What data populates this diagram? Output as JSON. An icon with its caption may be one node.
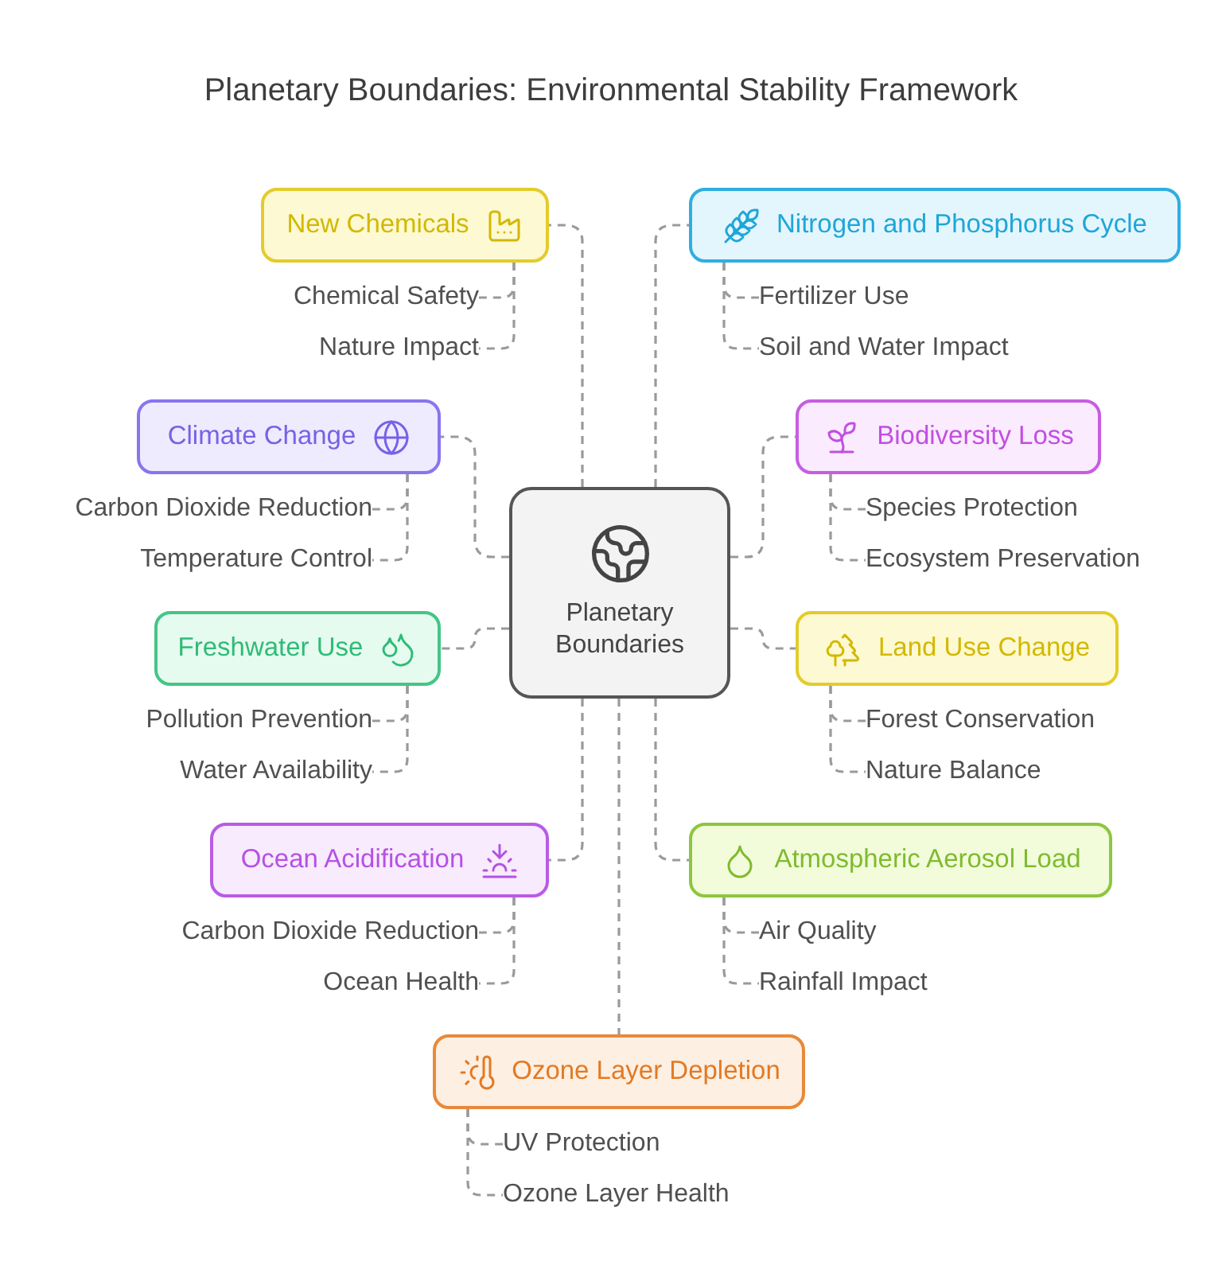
{
  "diagram": {
    "title": "Planetary Boundaries: Environmental Stability Framework",
    "nodes": [
      {
        "text": [
          "Planetary Boundaries"
        ]
      },
      {
        "text": [
          "New Chemicals"
        ]
      },
      {
        "text": [
          "Chemical Safety"
        ]
      },
      {
        "text": [
          "Nature Impact"
        ]
      },
      {
        "text": [
          "Nitrogen and Phosphorus Cycle"
        ]
      },
      {
        "text": [
          "Fertilizer Use"
        ]
      },
      {
        "text": [
          "Soil and Water Impact"
        ]
      },
      {
        "text": [
          "Climate Change"
        ]
      },
      {
        "text": [
          "Carbon Dioxide Reduction"
        ]
      },
      {
        "text": [
          "Temperature Control"
        ]
      },
      {
        "text": [
          "Biodiversity Loss"
        ]
      },
      {
        "text": [
          "Species Protection"
        ]
      },
      {
        "text": [
          "Ecosystem Preservation"
        ]
      },
      {
        "text": [
          "Freshwater Use"
        ]
      },
      {
        "text": [
          "Pollution Prevention"
        ]
      },
      {
        "text": [
          "Water Availability"
        ]
      },
      {
        "text": [
          "Land Use Change"
        ]
      },
      {
        "text": [
          "Forest Conservation"
        ]
      },
      {
        "text": [
          "Nature Balance"
        ]
      },
      {
        "text": [
          "Ocean Acidification"
        ]
      },
      {
        "text": [
          "Carbon Dioxide Reduction"
        ]
      },
      {
        "text": [
          "Ocean Health"
        ]
      },
      {
        "text": [
          "Atmospheric Aerosol Load"
        ]
      },
      {
        "text": [
          "Air Quality"
        ]
      },
      {
        "text": [
          "Rainfall Impact"
        ]
      },
      {
        "text": [
          "Ozone Layer Depletion"
        ]
      },
      {
        "text": [
          "UV Protection"
        ]
      },
      {
        "text": [
          "Ozone Layer Health"
        ]
      }
    ],
    "edges": [
      {
        "from": 0,
        "to": 1,
        "arrow": "none",
        "style": "dashed"
      },
      {
        "from": 1,
        "to": 2,
        "arrow": "none",
        "style": "dashed"
      },
      {
        "from": 1,
        "to": 3,
        "arrow": "none",
        "style": "dashed"
      },
      {
        "from": 0,
        "to": 4,
        "arrow": "none",
        "style": "dashed"
      },
      {
        "from": 4,
        "to": 5,
        "arrow": "none",
        "style": "dashed"
      },
      {
        "from": 4,
        "to": 6,
        "arrow": "none",
        "style": "dashed"
      },
      {
        "from": 0,
        "to": 7,
        "arrow": "none",
        "style": "dashed"
      },
      {
        "from": 7,
        "to": 8,
        "arrow": "none",
        "style": "dashed"
      },
      {
        "from": 7,
        "to": 9,
        "arrow": "none",
        "style": "dashed"
      },
      {
        "from": 0,
        "to": 10,
        "arrow": "none",
        "style": "dashed"
      },
      {
        "from": 10,
        "to": 11,
        "arrow": "none",
        "style": "dashed"
      },
      {
        "from": 10,
        "to": 12,
        "arrow": "none",
        "style": "dashed"
      },
      {
        "from": 0,
        "to": 13,
        "arrow": "none",
        "style": "dashed"
      },
      {
        "from": 13,
        "to": 14,
        "arrow": "none",
        "style": "dashed"
      },
      {
        "from": 13,
        "to": 15,
        "arrow": "none",
        "style": "dashed"
      },
      {
        "from": 0,
        "to": 16,
        "arrow": "none",
        "style": "dashed"
      },
      {
        "from": 16,
        "to": 17,
        "arrow": "none",
        "style": "dashed"
      },
      {
        "from": 16,
        "to": 18,
        "arrow": "none",
        "style": "dashed"
      },
      {
        "from": 0,
        "to": 19,
        "arrow": "none",
        "style": "dashed"
      },
      {
        "from": 19,
        "to": 20,
        "arrow": "none",
        "style": "dashed"
      },
      {
        "from": 19,
        "to": 21,
        "arrow": "none",
        "style": "dashed"
      },
      {
        "from": 0,
        "to": 22,
        "arrow": "none",
        "style": "dashed"
      },
      {
        "from": 22,
        "to": 23,
        "arrow": "none",
        "style": "dashed"
      },
      {
        "from": 22,
        "to": 24,
        "arrow": "none",
        "style": "dashed"
      },
      {
        "from": 0,
        "to": 25,
        "arrow": "none",
        "style": "dashed"
      },
      {
        "from": 25,
        "to": 26,
        "arrow": "none",
        "style": "dashed"
      },
      {
        "from": 25,
        "to": 27,
        "arrow": "none",
        "style": "dashed"
      }
    ]
  }
}
